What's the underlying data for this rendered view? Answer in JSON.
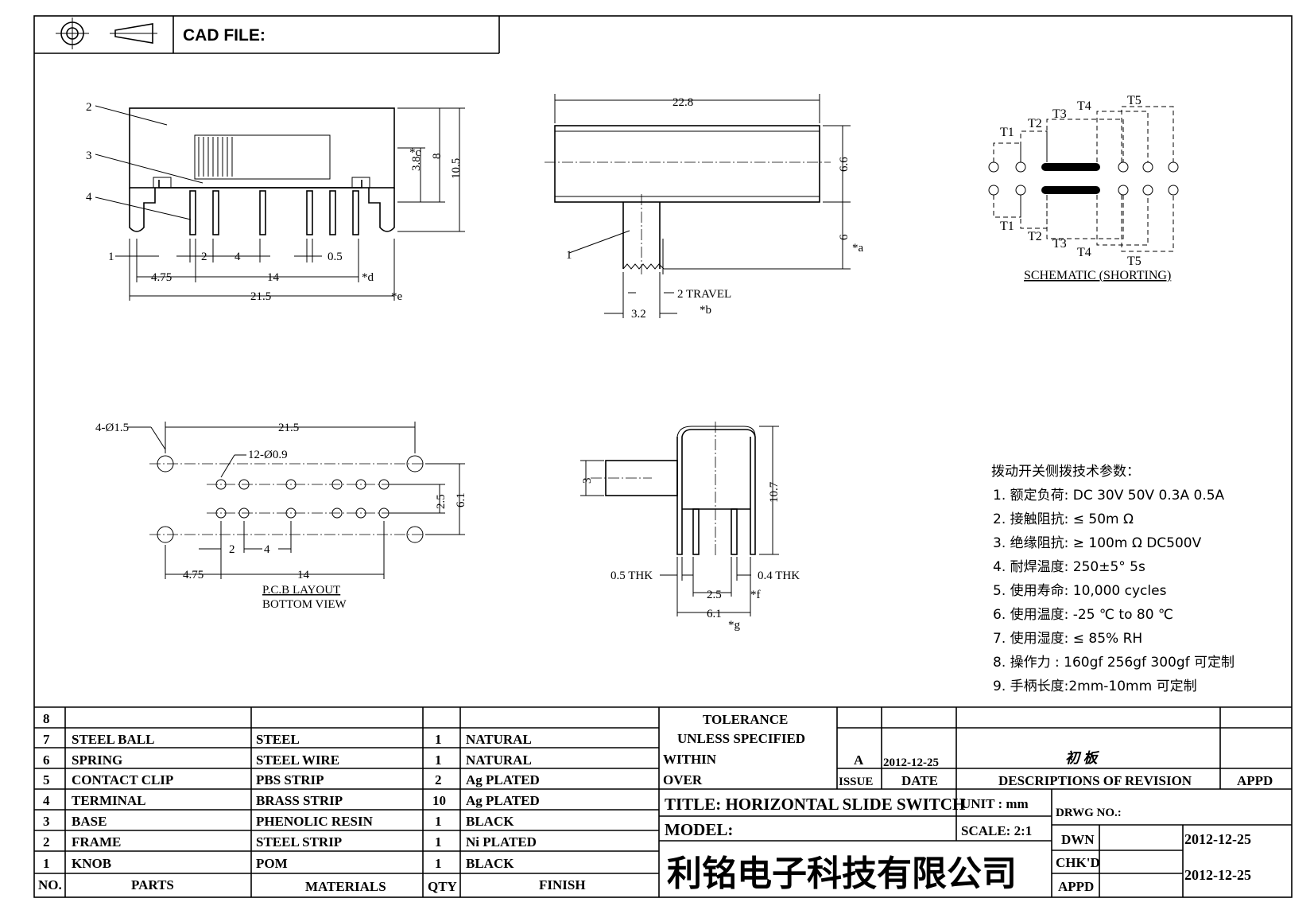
{
  "header": {
    "cad_label": "CAD FILE:"
  },
  "top_view": {
    "callouts": [
      "2",
      "3",
      "4"
    ],
    "dims": {
      "d1": "1",
      "d2": "2",
      "d4": "4",
      "d05": "0.5",
      "d475": "4.75",
      "d14": "14",
      "note_d": "*d",
      "d215": "21.5",
      "note_e": "*e",
      "d38": "3.8",
      "note_c": "*c",
      "d8": "8",
      "d105": "10.5"
    }
  },
  "front_view": {
    "d228": "22.8",
    "d66": "6.6",
    "d6": "6",
    "note_a": "*a",
    "callout1": "1",
    "travel": "2 TRAVEL",
    "note_b": "*b",
    "d32": "3.2"
  },
  "schematic": {
    "labels_top": [
      "T1",
      "T2",
      "T3",
      "T4",
      "T5"
    ],
    "labels_bottom": [
      "T1",
      "T2",
      "T3",
      "T4",
      "T5"
    ],
    "caption": "SCHEMATIC (SHORTING)"
  },
  "pcb": {
    "holes_large": "4-Ø1.5",
    "holes_small": "12-Ø0.9",
    "d215": "21.5",
    "d25": "2.5",
    "d61": "6.1",
    "d2": "2",
    "d4": "4",
    "d475": "4.75",
    "d14": "14",
    "caption1": "P.C.B LAYOUT",
    "caption2": "BOTTOM VIEW"
  },
  "side_view": {
    "d3": "3",
    "d107": "10.7",
    "thk05": "0.5 THK",
    "thk04": "0.4 THK",
    "d25": "2.5",
    "note_f": "*f",
    "d61": "6.1",
    "note_g": "*g"
  },
  "specs": {
    "title": "拨动开关侧拨技术参数：",
    "items": [
      "1.  额定负荷: DC 30V    50V    0.3A    0.5A",
      "2.  接触阻抗:  ≤ 50m Ω",
      "3.  绝缘阻抗:  ≥ 100m Ω    DC500V",
      "4.  耐焊温度: 250±5°   5s",
      "5.  使用寿命: 10,000 cycles",
      "6.  使用温度: -25  ℃   to 80  ℃",
      "7.  使用湿度:  ≤ 85% RH",
      "8.  操作力 : 160gf    256gf    300gf   可定制",
      "9.  手柄长度:2mm-10mm   可定制"
    ]
  },
  "bom": {
    "headers": {
      "no": "NO.",
      "parts": "PARTS",
      "materials": "MATERIALS",
      "qty": "QTY",
      "finish": "FINISH"
    },
    "rows": [
      {
        "no": "8",
        "part": "",
        "material": "",
        "qty": "",
        "finish": ""
      },
      {
        "no": "7",
        "part": "STEEL BALL",
        "material": "STEEL",
        "qty": "1",
        "finish": "NATURAL"
      },
      {
        "no": "6",
        "part": "SPRING",
        "material": "STEEL WIRE",
        "qty": "1",
        "finish": "NATURAL"
      },
      {
        "no": "5",
        "part": "CONTACT CLIP",
        "material": "PBS STRIP",
        "qty": "2",
        "finish": "Ag PLATED"
      },
      {
        "no": "4",
        "part": "TERMINAL",
        "material": "BRASS STRIP",
        "qty": "10",
        "finish": "Ag PLATED"
      },
      {
        "no": "3",
        "part": "BASE",
        "material": "PHENOLIC RESIN",
        "qty": "1",
        "finish": "BLACK"
      },
      {
        "no": "2",
        "part": "FRAME",
        "material": "STEEL STRIP",
        "qty": "1",
        "finish": "Ni PLATED"
      },
      {
        "no": "1",
        "part": "KNOB",
        "material": "POM",
        "qty": "1",
        "finish": "BLACK"
      }
    ]
  },
  "title_block": {
    "tolerance": "TOLERANCE",
    "unless": "UNLESS   SPECIFIED",
    "within": "WITHIN",
    "over": "OVER",
    "issue_value": "A",
    "date_value": "2012-12-25",
    "revision_desc": "初 板",
    "issue_label": "ISSUE",
    "date_label": "DATE",
    "descriptions_label": "DESCRIPTIONS OF REVISION",
    "appd_label": "APPD",
    "title": "TITLE: HORIZONTAL SLIDE SWITCH",
    "unit": "UNIT : mm",
    "drwg_no": "DRWG NO.:",
    "model": "MODEL:",
    "scale": "SCALE: 2:1",
    "dwn": "DWN",
    "dwn_date": "2012-12-25",
    "chkd": "CHK'D",
    "appd": "APPD",
    "chk_date": "2012-12-25",
    "company": "利铭电子科技有限公司"
  }
}
